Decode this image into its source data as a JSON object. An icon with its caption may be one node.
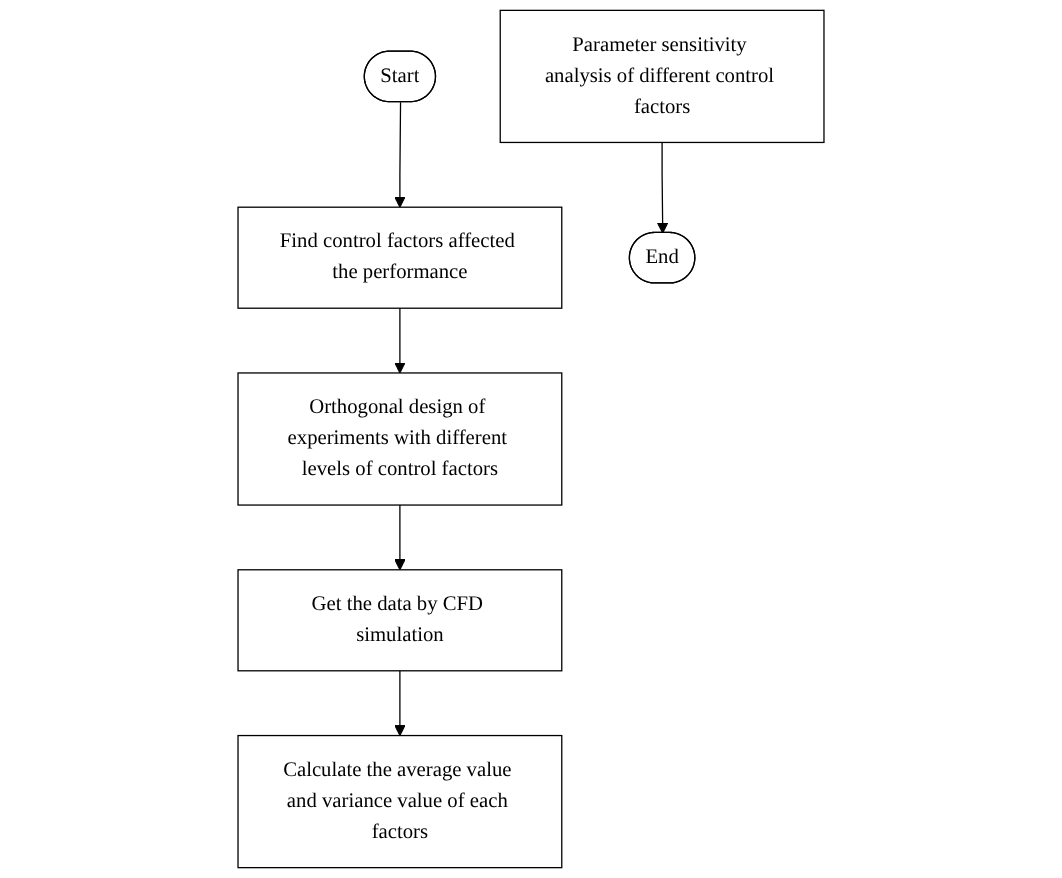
{
  "diagram": {
    "nodes": [
      {
        "text": [
          "Start"
        ]
      },
      {
        "text": [
          "Find control factors affected the performance"
        ]
      },
      {
        "text": [
          "Orthogonal design of experiments with different levels of control factors"
        ]
      },
      {
        "text": [
          "Get the data by CFD simulation"
        ]
      },
      {
        "text": [
          "Calculate the average value and variance value of each factors"
        ]
      },
      {
        "text": [
          "Parameter sensitivity analysis of different control factors"
        ]
      },
      {
        "text": [
          "End"
        ]
      }
    ],
    "edges": [
      {
        "from": 0,
        "to": 1,
        "arrow": "to"
      },
      {
        "from": 1,
        "to": 2,
        "arrow": "to"
      },
      {
        "from": 2,
        "to": 3,
        "arrow": "to"
      },
      {
        "from": 3,
        "to": 4,
        "arrow": "to"
      },
      {
        "from": 5,
        "to": 6,
        "arrow": "to"
      }
    ]
  }
}
